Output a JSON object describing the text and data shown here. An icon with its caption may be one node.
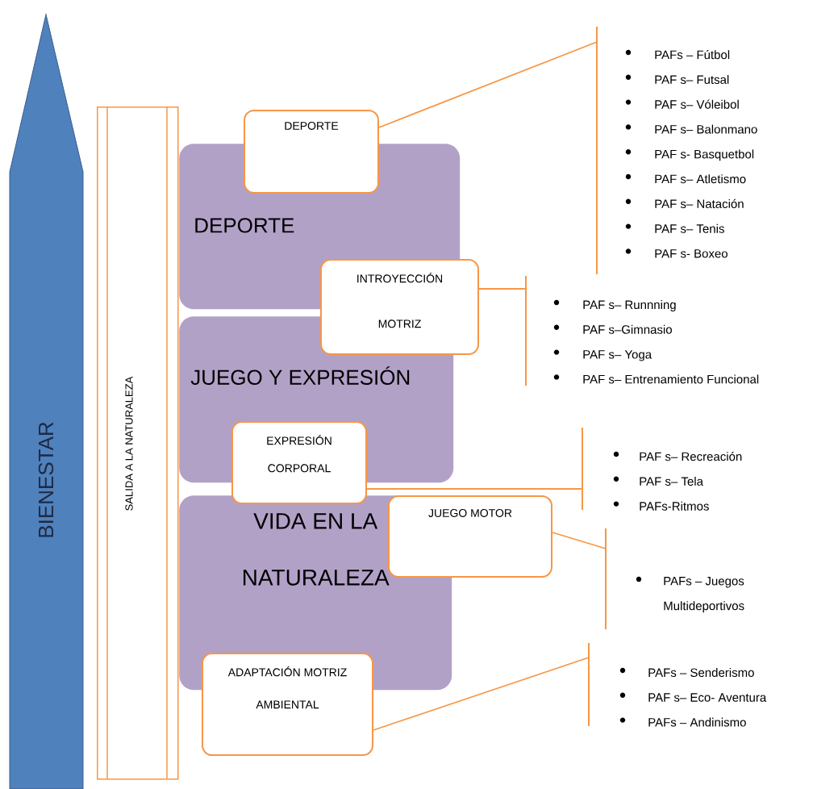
{
  "diagram": {
    "nodes": [
      {
        "text": [
          "BIENESTAR"
        ]
      },
      {
        "text": [
          "SALIDA A LA NATURALEZA"
        ]
      },
      {
        "text": [
          "DEPORTE"
        ]
      },
      {
        "text": [
          "JUEGO Y EXPRESIÓN"
        ]
      },
      {
        "text": [
          "VIDA EN LA NATURALEZA"
        ]
      },
      {
        "text": [
          "DEPORTE"
        ]
      },
      {
        "text": [
          "INTROYECCIÓN MOTRIZ"
        ]
      },
      {
        "text": [
          "EXPRESIÓN CORPORAL"
        ]
      },
      {
        "text": [
          "JUEGO MOTOR"
        ]
      },
      {
        "text": [
          "ADAPTACIÓN MOTRIZ AMBIENTAL"
        ]
      },
      {
        "text": [
          "PAFs – Fútbol",
          "PAF s– Futsal",
          "PAF s– Vóleibol",
          "PAF s– Balonmano",
          "PAF s- Basquetbol",
          "PAF s– Atletismo",
          "PAF s– Natación",
          "PAF s– Tenis",
          "PAF s- Boxeo"
        ]
      },
      {
        "text": [
          "PAF s– Runnning",
          "PAF s–Gimnasio",
          "PAF s– Yoga",
          "PAF s– Entrenamiento Funcional"
        ]
      },
      {
        "text": [
          "PAF s– Recreación",
          "PAF s– Tela",
          "PAFs-Ritmos"
        ]
      },
      {
        "text": [
          "PAFs – Juegos Multideportivos"
        ]
      },
      {
        "text": [
          "PAFs – Senderismo",
          "PAF s– Eco- Aventura",
          "PAFs – Andinismo"
        ]
      }
    ],
    "edges": [
      {
        "from": 5,
        "to": 10,
        "arrow": "none"
      },
      {
        "from": 6,
        "to": 11,
        "arrow": "none"
      },
      {
        "from": 7,
        "to": 12,
        "arrow": "none"
      },
      {
        "from": 8,
        "to": 13,
        "arrow": "none"
      },
      {
        "from": 9,
        "to": 14,
        "arrow": "none"
      }
    ]
  }
}
